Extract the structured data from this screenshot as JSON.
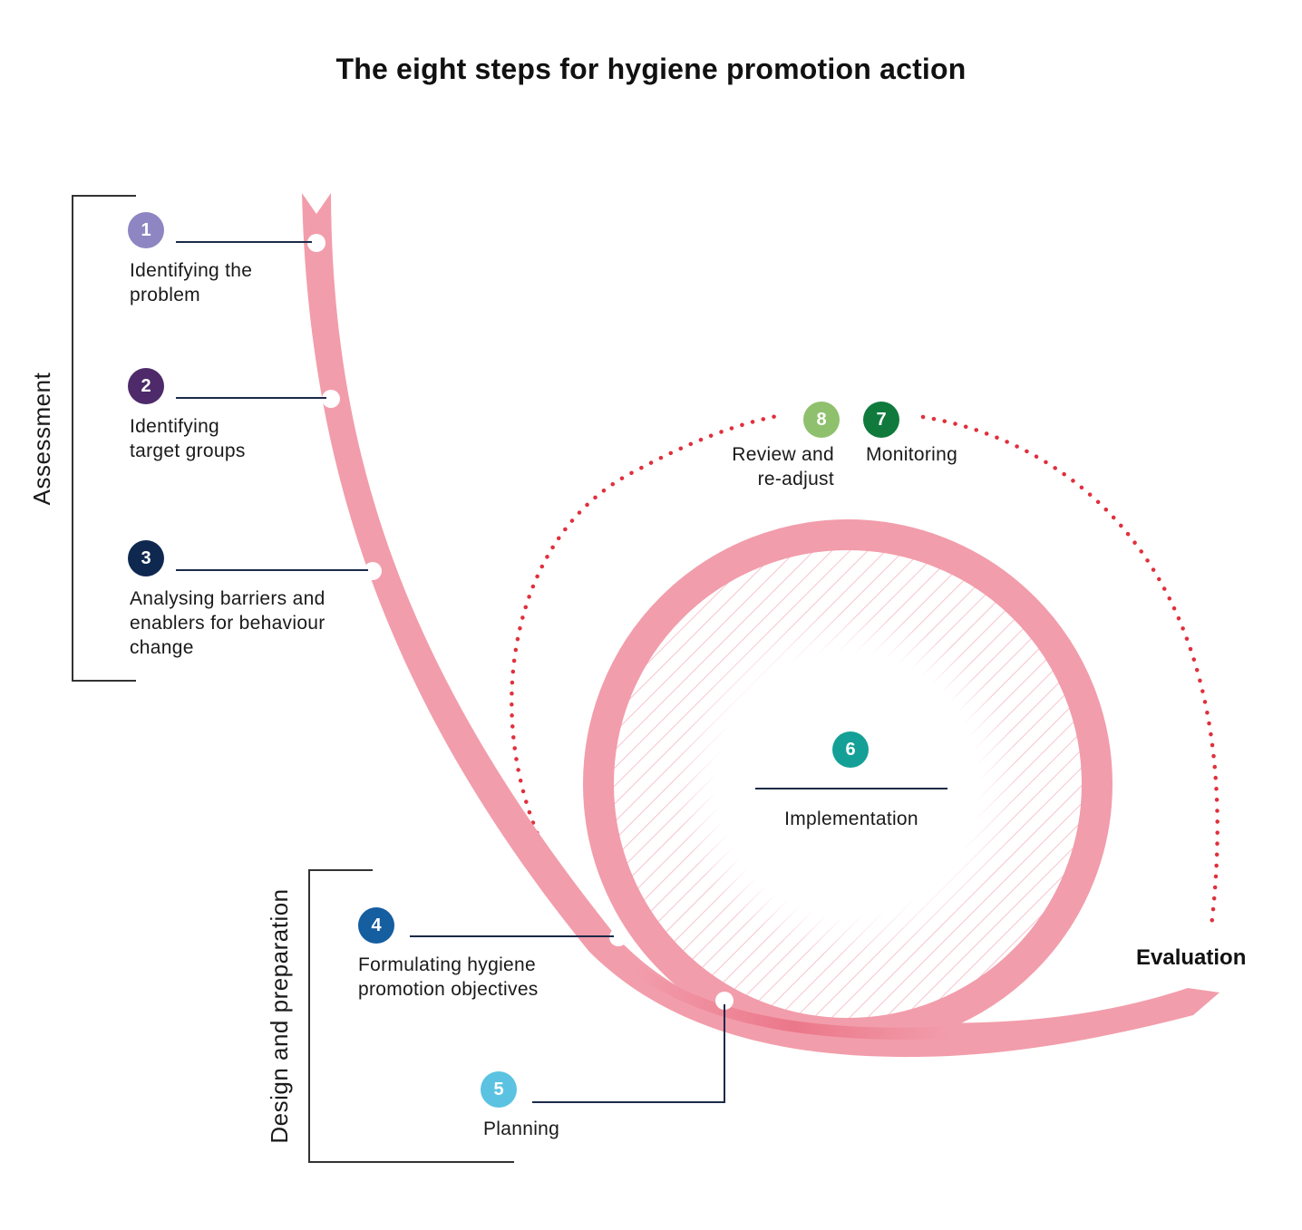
{
  "title": "The eight steps for hygiene promotion action",
  "colors": {
    "ribbon": "#f29dab",
    "ribbon_dark": "#e5596f",
    "dotted_arc": "#e0303c",
    "leader": "#1b2a48",
    "step1": "#8d86c2",
    "step2": "#4e2a6a",
    "step3": "#0e2850",
    "step4": "#155ea0",
    "step5": "#5bc3e1",
    "step6": "#14a096",
    "step7": "#0f7a3c",
    "step8": "#8fc06d"
  },
  "phases": {
    "assessment": "Assessment",
    "design": "Design and preparation",
    "evaluation": "Evaluation"
  },
  "steps": [
    {
      "number": "1",
      "line1": "Identifying the",
      "line2": "problem"
    },
    {
      "number": "2",
      "line1": "Identifying",
      "line2": "target groups"
    },
    {
      "number": "3",
      "line1": "Analysing barriers and",
      "line2": "enablers for behaviour",
      "line3": "change"
    },
    {
      "number": "4",
      "line1": "Formulating hygiene",
      "line2": "promotion objectives"
    },
    {
      "number": "5",
      "line1": "Planning"
    },
    {
      "number": "6",
      "line1": "Implementation"
    },
    {
      "number": "7",
      "line1": "Monitoring"
    },
    {
      "number": "8",
      "line1": "Review and",
      "line2": "re-adjust"
    }
  ]
}
